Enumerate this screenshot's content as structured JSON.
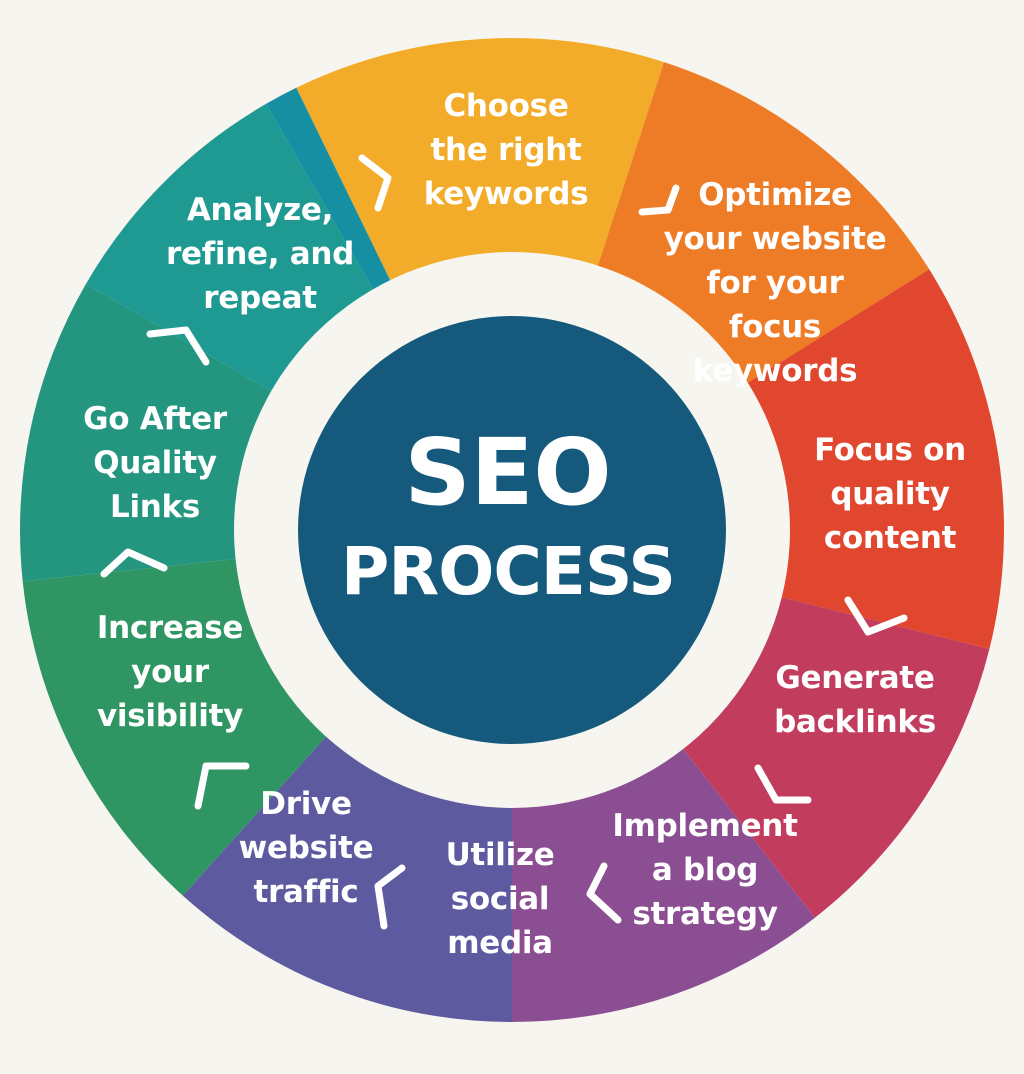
{
  "center": {
    "line1": "SEO",
    "line2": "PROCESS"
  },
  "steps": [
    {
      "label": "Choose\nthe right\nkeywords",
      "color": "#f3ac2a"
    },
    {
      "label": "Optimize\nyour website\nfor your\nfocus\n  keywords",
      "color": "#ee7b26"
    },
    {
      "label": "Focus on\nquality\ncontent",
      "color": "#e1472e"
    },
    {
      "label": "Generate\nbacklinks",
      "color": "#c23c5e"
    },
    {
      "label": "Implement\na blog\nstrategy",
      "color": "#8c4e92"
    },
    {
      "label": "Utilize\nsocial\nmedia",
      "color": "#5e5aa0"
    },
    {
      "label": "Drive\nwebsite\ntraffic",
      "color": "#2f9563"
    },
    {
      "label": "Increase\nyour\nvisibility",
      "color": "#24957f"
    },
    {
      "label": "Go After\nQuality\nLinks",
      "color": "#1e9a92"
    },
    {
      "label": "Analyze,\nrefine, and\nrepeat",
      "color": "#178fa3"
    }
  ],
  "colors": {
    "background": "#f7f5f0",
    "hub": "#155a7c",
    "ring_gap": "#f7f5f0",
    "text": "#ffffff"
  }
}
